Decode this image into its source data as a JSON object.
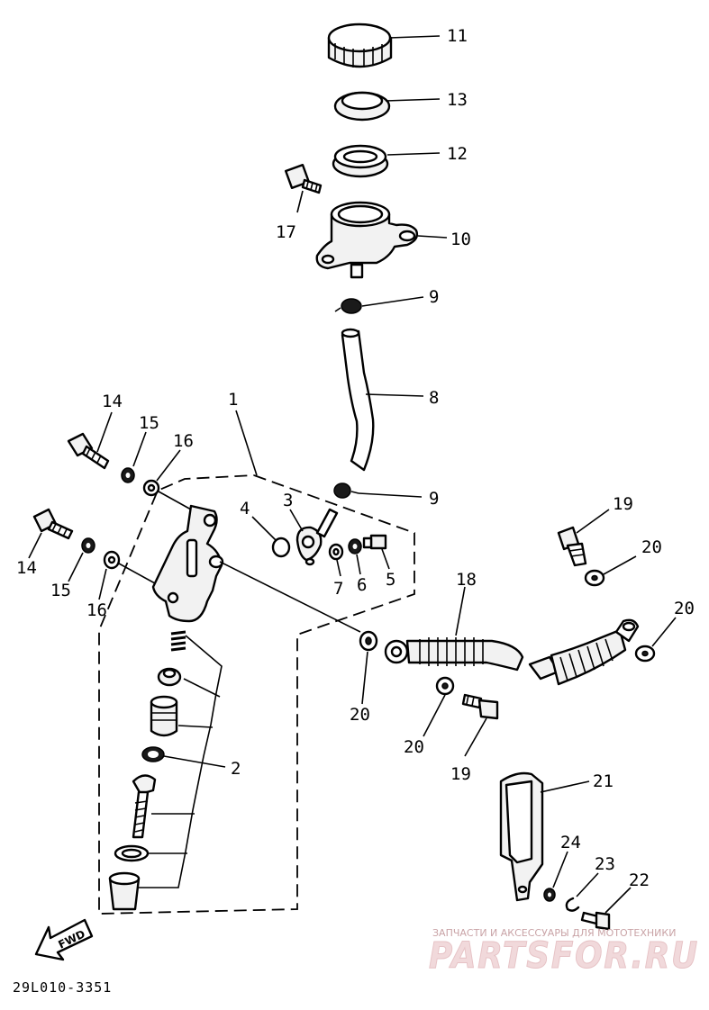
{
  "diagram": {
    "callouts": [
      "1",
      "2",
      "3",
      "4",
      "5",
      "6",
      "7",
      "8",
      "9",
      "9",
      "10",
      "11",
      "12",
      "13",
      "14",
      "14",
      "15",
      "15",
      "16",
      "16",
      "17",
      "18",
      "19",
      "19",
      "20",
      "20",
      "20",
      "20",
      "21",
      "22",
      "23",
      "24"
    ],
    "drawing_code": "29L010-3351",
    "direction_label": "FWD",
    "watermark": {
      "subtitle": "ЗАПЧАСТИ И АКСЕССУАРЫ ДЛЯ МОТОТЕХНИКИ",
      "brand": "PARTSFOR.RU"
    }
  }
}
